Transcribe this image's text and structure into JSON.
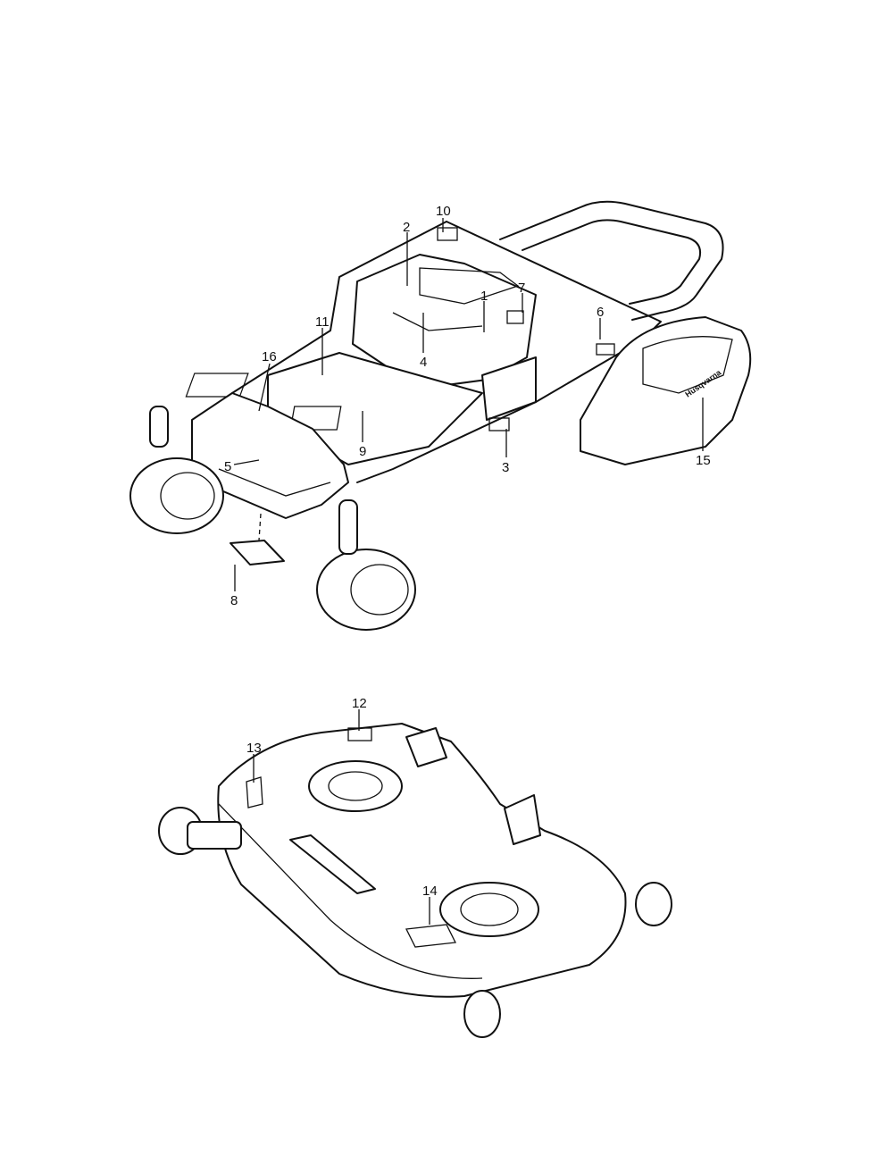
{
  "diagram": {
    "callouts": [
      {
        "id": "c1",
        "label": "1"
      },
      {
        "id": "c2",
        "label": "2"
      },
      {
        "id": "c3",
        "label": "3"
      },
      {
        "id": "c4",
        "label": "4"
      },
      {
        "id": "c5",
        "label": "5"
      },
      {
        "id": "c6",
        "label": "6"
      },
      {
        "id": "c7",
        "label": "7"
      },
      {
        "id": "c8",
        "label": "8"
      },
      {
        "id": "c9",
        "label": "9"
      },
      {
        "id": "c10",
        "label": "10"
      },
      {
        "id": "c11",
        "label": "11"
      },
      {
        "id": "c12",
        "label": "12"
      },
      {
        "id": "c13",
        "label": "13"
      },
      {
        "id": "c14",
        "label": "14"
      },
      {
        "id": "c15",
        "label": "15"
      },
      {
        "id": "c16",
        "label": "16"
      }
    ],
    "brand_text": "Husqvarna"
  }
}
